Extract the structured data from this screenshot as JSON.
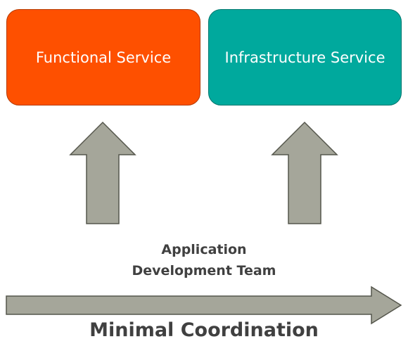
{
  "services": {
    "functional": {
      "label": "Functional Service",
      "color": "#fe5000"
    },
    "infrastructure": {
      "label": "Infrastructure Service",
      "color": "#00a99d"
    }
  },
  "team": {
    "line1": "Application",
    "line2": "Development Team"
  },
  "coordination_label": "Minimal Coordination",
  "arrow_color": "#a5a69a",
  "arrow_outline": "#55564c"
}
